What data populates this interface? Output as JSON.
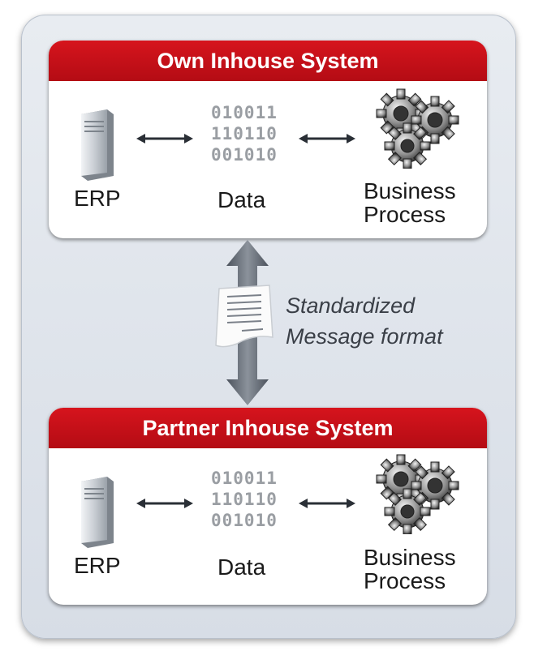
{
  "colors": {
    "header_red": "#c8101a",
    "background_panel": "#dfe4ea",
    "binary_gray": "#9a9ea3"
  },
  "systems": [
    {
      "title": "Own Inhouse System",
      "erp_label": "ERP",
      "data_label": "Data",
      "binary": [
        "010011",
        "110110",
        "001010"
      ],
      "process_label_line1": "Business",
      "process_label_line2": "Process"
    },
    {
      "title": "Partner Inhouse System",
      "erp_label": "ERP",
      "data_label": "Data",
      "binary": [
        "010011",
        "110110",
        "001010"
      ],
      "process_label_line1": "Business",
      "process_label_line2": "Process"
    }
  ],
  "message": {
    "line1": "Standardized",
    "line2": "Message format"
  },
  "icons": [
    "server-icon",
    "binary-data-icon",
    "gears-icon",
    "document-icon",
    "double-arrow-icon"
  ]
}
